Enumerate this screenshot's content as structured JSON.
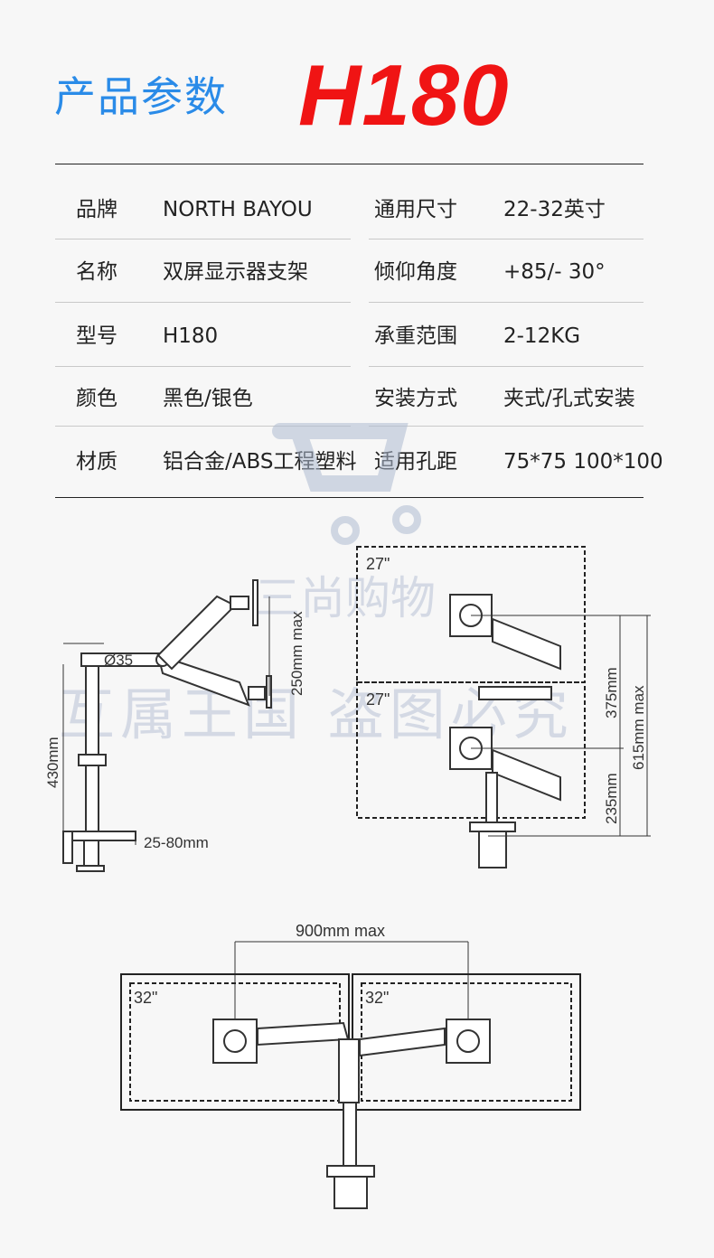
{
  "header": {
    "title": "产品参数",
    "model": "H180"
  },
  "specs": {
    "rows": [
      {
        "k1": "品牌",
        "v1": "NORTH BAYOU",
        "k2": "通用尺寸",
        "v2": "22-32英寸"
      },
      {
        "k1": "名称",
        "v1": "双屏显示器支架",
        "k2": "倾仰角度",
        "v2": "+85/- 30°"
      },
      {
        "k1": "型号",
        "v1": "H180",
        "k2": "承重范围",
        "v2": "2-12KG"
      },
      {
        "k1": "颜色",
        "v1": "黑色/银色",
        "k2": "安装方式",
        "v2": "夹式/孔式安装"
      },
      {
        "k1": "材质",
        "v1": "铝合金/ABS工程塑料",
        "k2": "适用孔距",
        "v2": "75*75 100*100"
      }
    ]
  },
  "diagram1": {
    "diam": "Ø35",
    "height": "430mm",
    "range": "250mm max",
    "clamp": "25-80mm"
  },
  "diagram2": {
    "size_top": "27\"",
    "size_bottom": "27\"",
    "d1": "375mm",
    "d2": "235mm",
    "d3": "615mm max"
  },
  "diagram3": {
    "span": "900mm max",
    "size_left": "32\"",
    "size_right": "32\""
  },
  "watermark": {
    "brand": "三尚购物",
    "line": "互属王国    盗图必究"
  },
  "colors": {
    "title": "#2a8be8",
    "model": "#f01414",
    "line": "#222222"
  }
}
